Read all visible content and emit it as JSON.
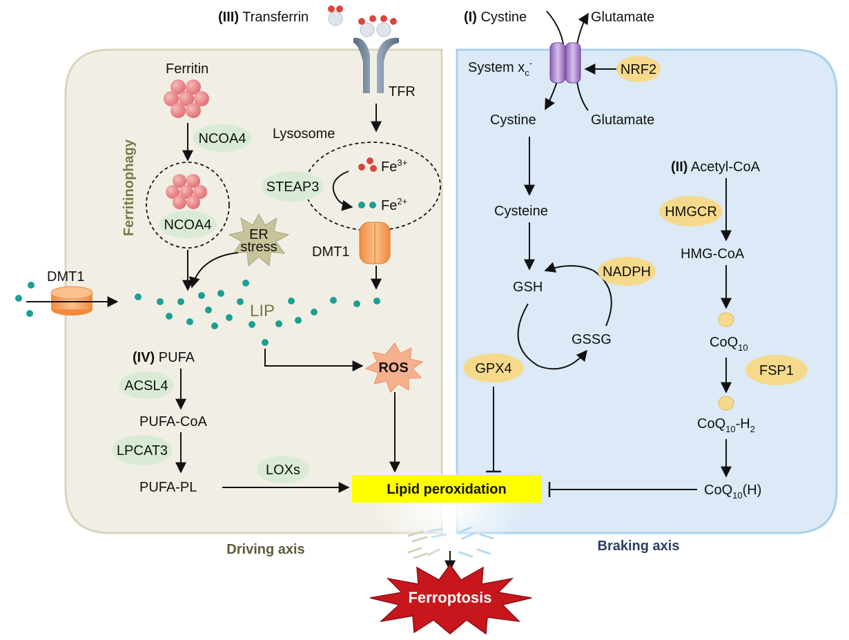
{
  "colors": {
    "driving_panel": "#f1efe5",
    "driving_border": "#d9d5bd",
    "braking_panel": "#dbeaf6",
    "braking_border": "#a9d0ec",
    "green_oval": "#d9ebd5",
    "yellow_oval": "#f6d98b",
    "iron_dot": "#1b9f94",
    "fe3_dot": "#d9463a",
    "lipid_box": "#ffff00",
    "ferroptosis": "#c8161d",
    "ros": "#f5b08e",
    "transporter": "#b28fd0",
    "dmt1": "#f5ab6a"
  },
  "labels": {
    "transferrin_num": "(III)",
    "transferrin": "Transferrin",
    "tfr": "TFR",
    "ferritin": "Ferritin",
    "ferritinophagy": "Ferritinophagy",
    "ncoa4_top": "NCOA4",
    "ncoa4_inner": "NCOA4",
    "lysosome": "Lysosome",
    "steap3": "STEAP3",
    "fe3": "Fe",
    "fe3_sup": "3+",
    "fe2": "Fe",
    "fe2_sup": "2+",
    "dmt1_lyso": "DMT1",
    "dmt1_left": "DMT1",
    "er_stress_1": "ER",
    "er_stress_2": "stress",
    "lip": "LIP",
    "pufa_num": "(IV)",
    "pufa": "PUFA",
    "acsl4": "ACSL4",
    "pufa_coa": "PUFA-CoA",
    "lpcat3": "LPCAT3",
    "pufa_pl": "PUFA-PL",
    "loxs": "LOXs",
    "ros": "ROS",
    "lipid_peroxidation": "Lipid peroxidation",
    "driving_axis": "Driving axis",
    "braking_axis": "Braking axis",
    "ferroptosis": "Ferroptosis",
    "cystine_num": "(I)",
    "cystine_top": "Cystine",
    "glutamate_top": "Glutamate",
    "system_xc": "System x",
    "system_xc_sub": "c",
    "system_xc_sup": "-",
    "nrf2": "NRF2",
    "cystine_in": "Cystine",
    "glutamate_in": "Glutamate",
    "cysteine": "Cysteine",
    "gsh": "GSH",
    "gssg": "GSSG",
    "nadph": "NADPH",
    "gpx4": "GPX4",
    "acetyl_num": "(II)",
    "acetyl_coa": "Acetyl-CoA",
    "hmgcr": "HMGCR",
    "hmg_coa": "HMG-CoA",
    "coq10": "CoQ",
    "coq10_sub": "10",
    "fsp1": "FSP1",
    "coq10h2_a": "CoQ",
    "coq10h2_sub": "10",
    "coq10h2_b": "-H",
    "coq10h2_sub2": "2",
    "coq10h_a": "CoQ",
    "coq10h_sub": "10",
    "coq10h_b": "(H)"
  }
}
